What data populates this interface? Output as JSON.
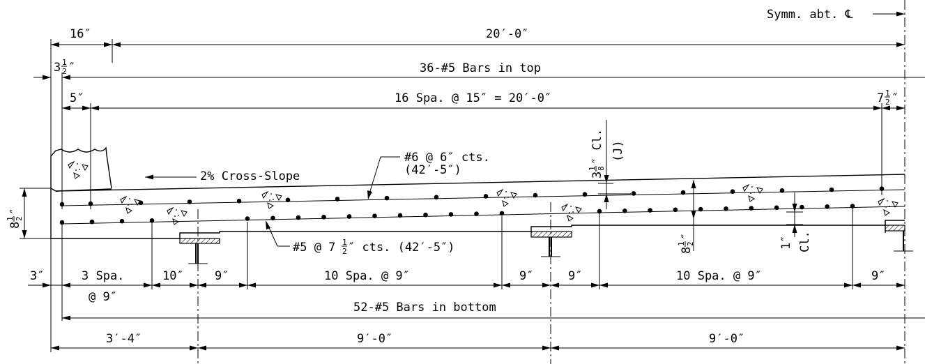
{
  "labels": {
    "symm": "Symm. abt. ℄",
    "dim_16": "16″",
    "dim_20_0": "20′-0″",
    "dim_3_5_whole": "3",
    "dim_3_5_frac_n": "1",
    "dim_3_5_frac_d": "2",
    "top_bars": "36-#5 Bars in top",
    "dim_5": "5″",
    "top_spacing": "16 Spa. @ 15″ = 20′-0″",
    "dim_7_5_whole": "7",
    "dim_7_5_frac_n": "1",
    "dim_7_5_frac_d": "2",
    "cross_slope": "2% Cross-Slope",
    "bar6_line1": "#6 @ 6″ cts.",
    "bar6_line2": "(42′-5″)",
    "bar5_note": "#5 @ 7",
    "bar5_frac_n": "1",
    "bar5_frac_d": "2",
    "bar5_tail": "″ cts. (42′-5″)",
    "clr_top_whole": "3",
    "clr_top_frac_n": "1",
    "clr_top_frac_d": "8",
    "clr_top_tail": "″ Cl.",
    "clr_top_j": "(J)",
    "thick_left_whole": "8",
    "thick_left_frac_n": "1",
    "thick_left_frac_d": "2",
    "thick_right_whole": "8",
    "thick_right_frac_n": "1",
    "thick_right_frac_d": "2",
    "clr_bot": "1″",
    "clr_bot_tail": "Cl.",
    "bd_3": "3″",
    "bd_3spa_line1": "3 Spa.",
    "bd_3spa_line2": "@ 9″",
    "bd_10": "10″",
    "bd_9a": "9″",
    "bd_10spa_a": "10 Spa. @ 9″",
    "bd_9b": "9″",
    "bd_9c": "9″",
    "bd_10spa_b": "10 Spa. @ 9″",
    "bd_9d": "9″",
    "bottom_bars": "52-#5 Bars in bottom",
    "dim_3_4": "3′-4″",
    "dim_9_0_a": "9′-0″",
    "dim_9_0_b": "9′-0″"
  }
}
